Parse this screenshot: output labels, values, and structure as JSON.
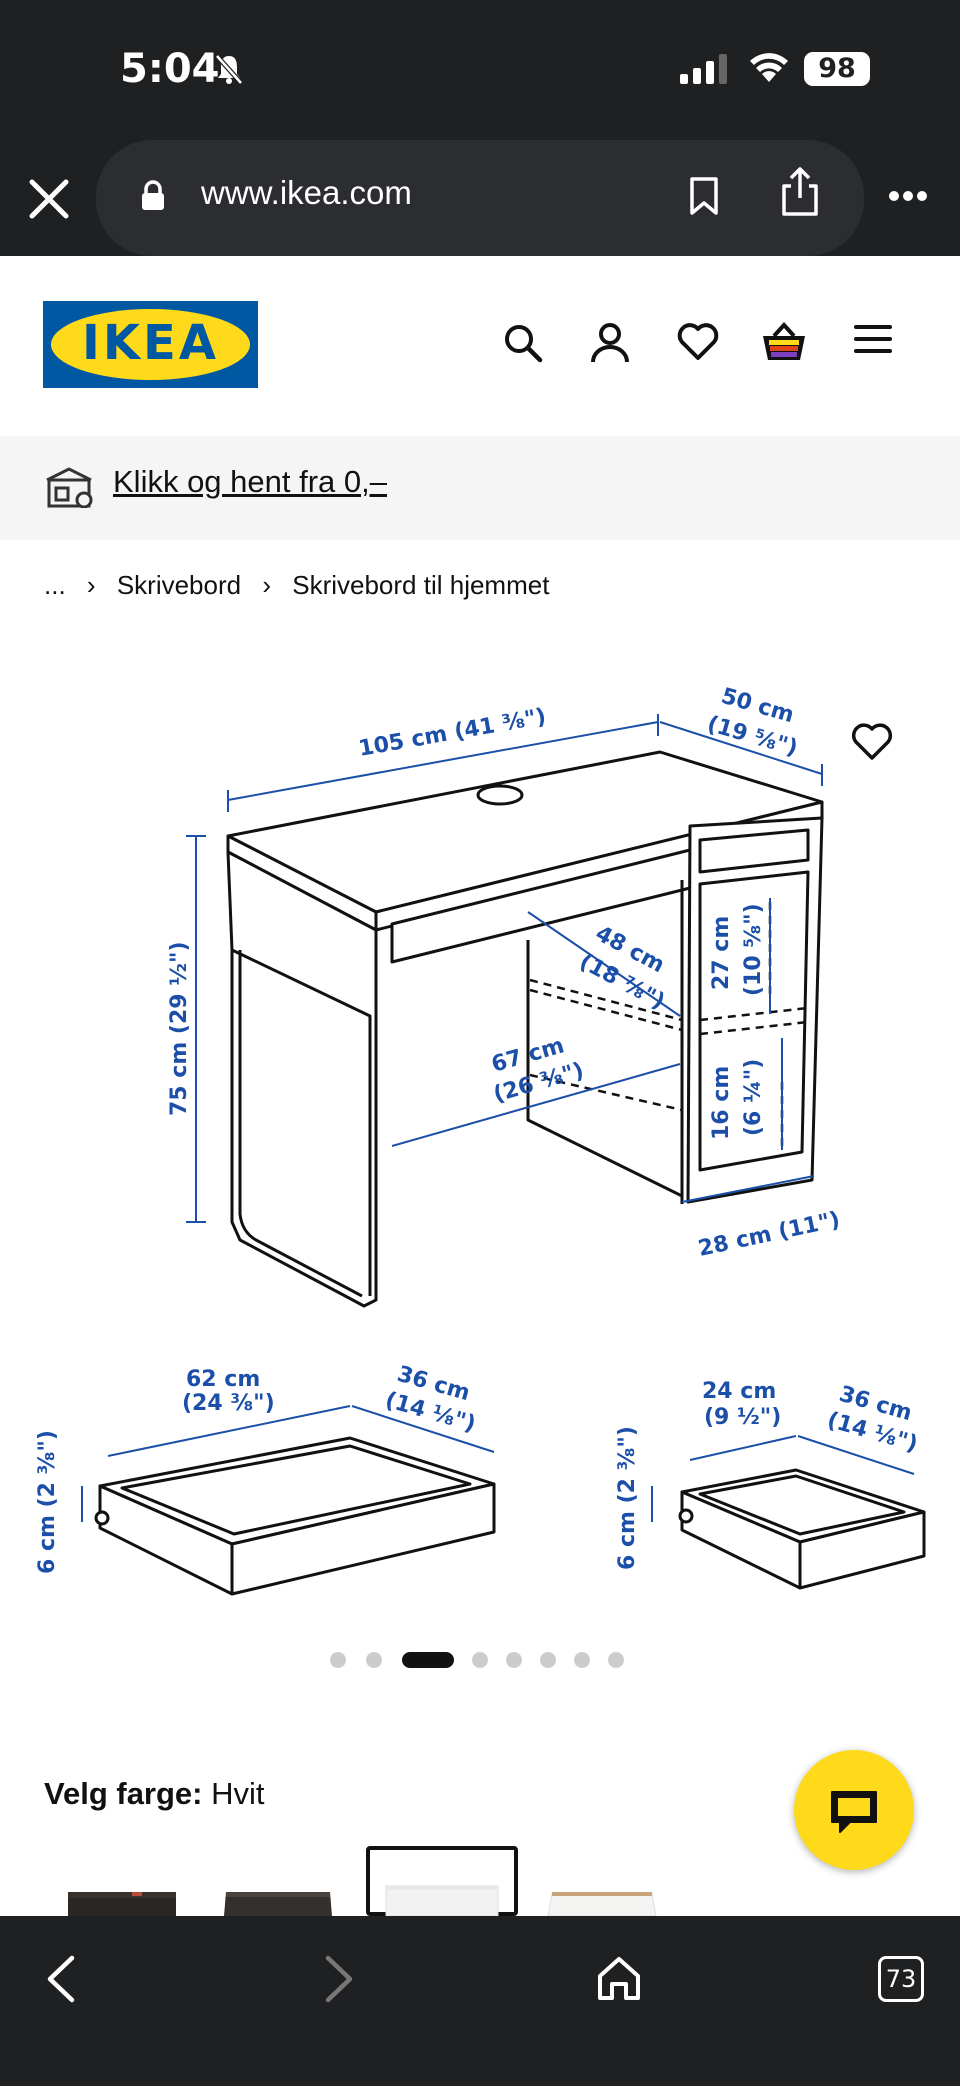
{
  "status": {
    "time": "5:04",
    "battery": "98"
  },
  "browser": {
    "url": "www.ikea.com",
    "tab_count": "73"
  },
  "brand": {
    "logo_text": "IKEA",
    "blue": "#0058a3",
    "yellow": "#ffda1a"
  },
  "header": {
    "icons": [
      "search-icon",
      "account-icon",
      "heart-icon",
      "basket-icon",
      "menu-icon"
    ]
  },
  "pickup": {
    "text": "Klikk og hent fra 0,–"
  },
  "breadcrumb": {
    "ellipsis": "...",
    "items": [
      "Skrivebord",
      "Skrivebord til hjemmet"
    ]
  },
  "diagram": {
    "desk": {
      "width": "105 cm (41 ⅜\")",
      "depth": "50 cm",
      "depth_in": "(19 ⅝\")",
      "height": "75 cm (29 ½\")",
      "inner_depth": "48 cm",
      "inner_depth_in": "(18 ⅞\")",
      "leg_width": "67 cm",
      "leg_width_in": "(26 ⅜\")",
      "upper_shelf": "27 cm",
      "upper_shelf_in": "(10 ⅝\")",
      "lower_shelf": "16 cm",
      "lower_shelf_in": "(6 ¼\")",
      "cabinet_width": "28 cm (11\")"
    },
    "drawer_large": {
      "width": "62 cm",
      "width_in": "(24 ⅜\")",
      "depth": "36 cm",
      "depth_in": "(14 ⅛\")",
      "height": "6 cm (2 ⅜\")"
    },
    "drawer_small": {
      "width": "24 cm",
      "width_in": "(9 ½\")",
      "depth": "36 cm",
      "depth_in": "(14 ⅛\")",
      "height": "6 cm (2 ⅜\")"
    }
  },
  "carousel": {
    "total": 8,
    "active": 3
  },
  "color": {
    "label": "Velg farge:",
    "value": "Hvit"
  }
}
